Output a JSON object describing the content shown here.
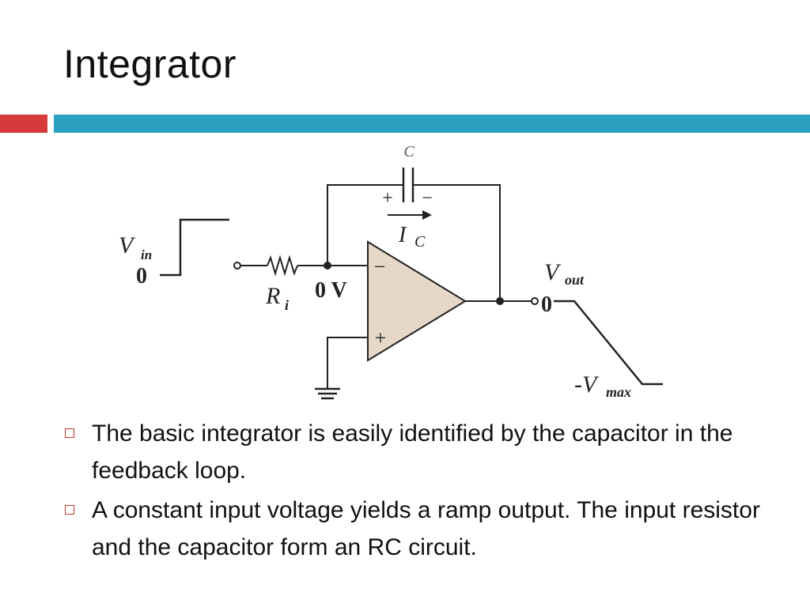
{
  "slide": {
    "title": "Integrator"
  },
  "colors": {
    "accent_red": "#d63a3a",
    "accent_blue": "#2ca0c0",
    "opamp_fill": "#e6d8c8",
    "bullet_marker": "#c0392b"
  },
  "diagram": {
    "capacitor_label": "C",
    "cap_plus": "+",
    "cap_minus": "−",
    "current_label": "I",
    "current_sub": "C",
    "vin_label": "V",
    "vin_sub": "in",
    "vin_zero": "0",
    "resistor_label": "R",
    "resistor_sub": "i",
    "node_voltage": "0 V",
    "opamp_minus": "−",
    "opamp_plus": "+",
    "vout_label": "V",
    "vout_sub": "out",
    "vout_zero": "0",
    "vmax_label": "-V",
    "vmax_sub": "max"
  },
  "bullets": [
    {
      "icon": "square-bullet-icon",
      "text": "The basic integrator is easily identified by the capacitor in the feedback loop."
    },
    {
      "icon": "square-bullet-icon",
      "text": "A constant input voltage yields a ramp output. The input resistor and the capacitor form an RC circuit."
    }
  ]
}
